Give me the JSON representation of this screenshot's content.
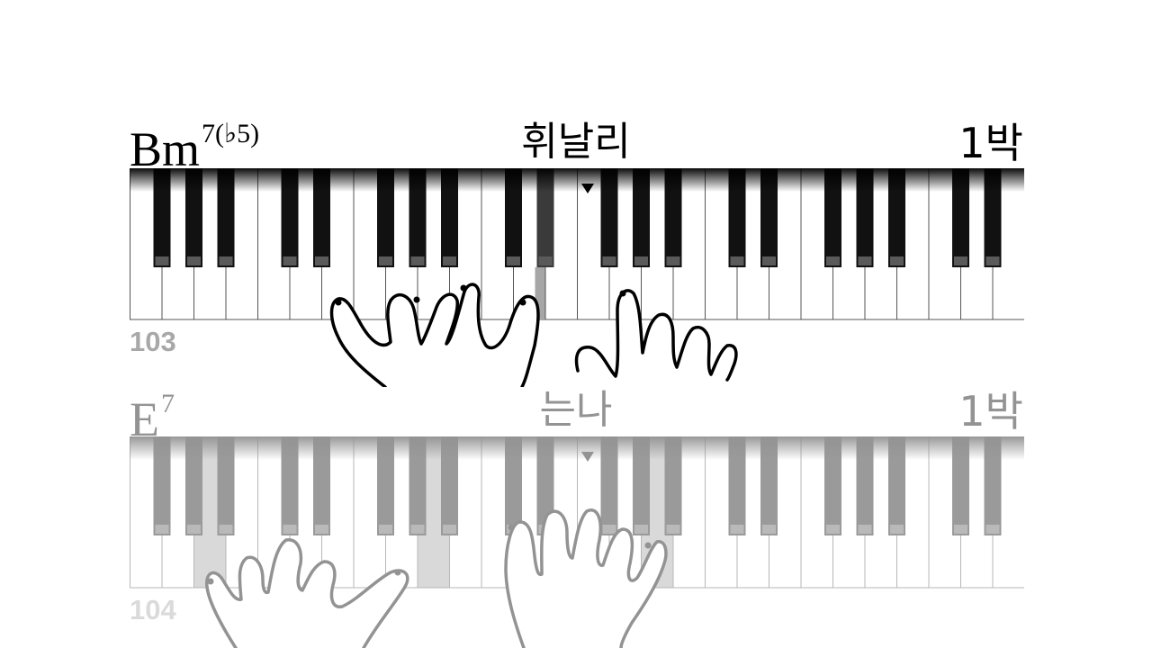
{
  "panels": [
    {
      "chord_root": "Bm",
      "chord_ext": "7(♭5)",
      "lyric": "휘날리",
      "beat": "1박",
      "measure": "103"
    },
    {
      "chord_root": "E",
      "chord_ext": "7",
      "lyric": "는나",
      "beat": "1박",
      "measure": "104"
    }
  ],
  "colors": {
    "black_key": "#111111",
    "white_key": "#ffffff",
    "highlight": "#a6a6a6",
    "measure_number": "#a8a8a8",
    "hand_outline": "#000000"
  },
  "icons": {
    "middle_marker": "triangle-down-icon"
  }
}
